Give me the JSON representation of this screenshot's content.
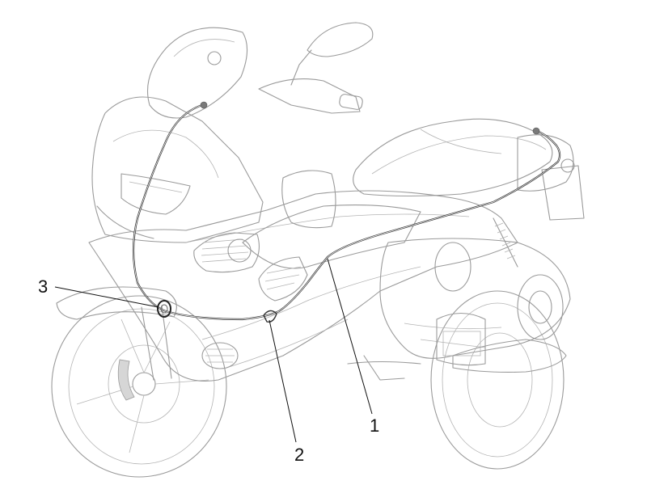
{
  "callouts": [
    {
      "id": "1",
      "label": "1"
    },
    {
      "id": "2",
      "label": "2"
    },
    {
      "id": "3",
      "label": "3"
    }
  ],
  "colors": {
    "outline": "#9a9a9a",
    "cable": "#3a3a3a",
    "callout_text": "#111111",
    "background": "#ffffff"
  }
}
